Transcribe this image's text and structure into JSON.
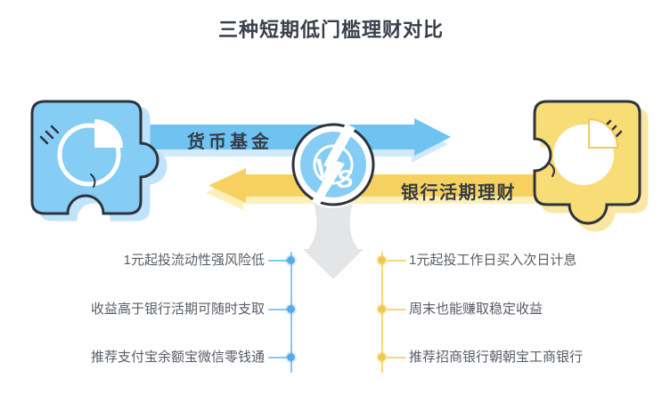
{
  "title": "三种短期低门槛理财对比",
  "vs": {
    "v": "V",
    "s": "S"
  },
  "left": {
    "arrow_label": "货币基金",
    "items": [
      "1元起投流动性强风险低",
      "收益高于银行活期可随时支取",
      "推荐支付宝余额宝微信零钱通"
    ]
  },
  "right": {
    "arrow_label": "银行活期理财",
    "items": [
      "1元起投工作日买入次日计息",
      "周末也能赚取稳定收益",
      "推荐招商银行朝朝宝工商银行"
    ]
  },
  "colors": {
    "blue": "#6ec3f1",
    "blue_light": "#85cdf5",
    "blue_shadow": "#cfeafc",
    "yellow": "#f7d15f",
    "yellow_light": "#f8dc76",
    "yellow_shadow": "#fbe7a3",
    "outline": "#2e333e",
    "gray_arrow": "#e4e5e7",
    "blue_dot": "#55abe3",
    "yellow_dot": "#f2c74c",
    "text_dark": "#3a3f4a",
    "text_gray": "#575c64"
  }
}
